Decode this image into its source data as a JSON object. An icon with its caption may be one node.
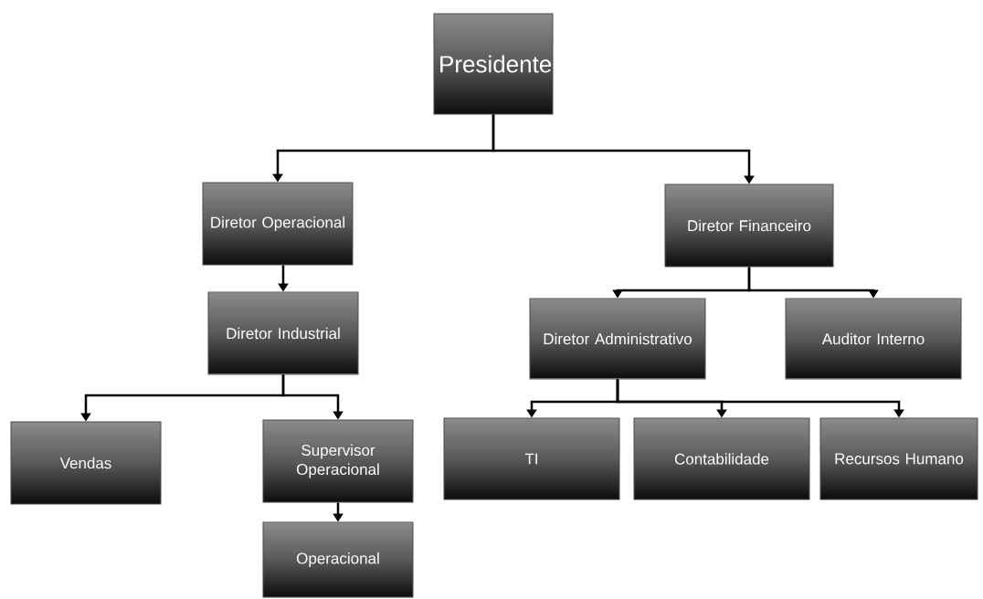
{
  "diagram": {
    "nodes": [
      {
        "text": [
          "Presidente"
        ]
      },
      {
        "text": [
          "Diretor Operacional"
        ]
      },
      {
        "text": [
          "Diretor Financeiro"
        ]
      },
      {
        "text": [
          "Diretor Industrial"
        ]
      },
      {
        "text": [
          "Diretor Administrativo"
        ]
      },
      {
        "text": [
          "Auditor Interno"
        ]
      },
      {
        "text": [
          "Vendas"
        ]
      },
      {
        "text": [
          "Supervisor Operacional"
        ]
      },
      {
        "text": [
          "TI"
        ]
      },
      {
        "text": [
          "Contabilidade"
        ]
      },
      {
        "text": [
          "Recursos Humano"
        ]
      },
      {
        "text": [
          "Operacional"
        ]
      }
    ],
    "edges": [
      {
        "from": 0,
        "to": 1,
        "arrow": "to"
      },
      {
        "from": 0,
        "to": 2,
        "arrow": "to"
      },
      {
        "from": 1,
        "to": 3,
        "arrow": "to"
      },
      {
        "from": 3,
        "to": 6,
        "arrow": "to"
      },
      {
        "from": 3,
        "to": 7,
        "arrow": "to"
      },
      {
        "from": 2,
        "to": 4,
        "arrow": "to"
      },
      {
        "from": 2,
        "to": 5,
        "arrow": "to"
      },
      {
        "from": 4,
        "to": 8,
        "arrow": "to"
      },
      {
        "from": 4,
        "to": 9,
        "arrow": "to"
      },
      {
        "from": 4,
        "to": 10,
        "arrow": "to"
      },
      {
        "from": 7,
        "to": 11,
        "arrow": "to"
      }
    ]
  }
}
